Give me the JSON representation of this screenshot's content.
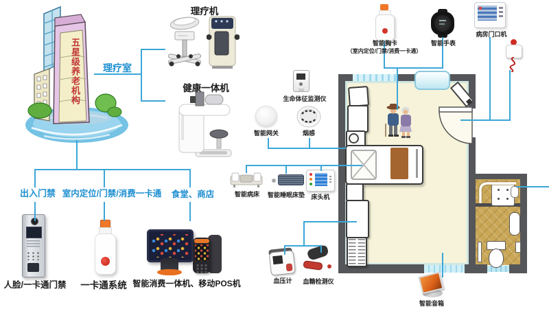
{
  "building": {
    "sign_vertical": "五星级养老机构"
  },
  "zone_labels": {
    "physio_room": "理疗室",
    "access": "出入门禁",
    "indoor": "室内定位/门禁/消费一卡通",
    "canteen": "食堂、商店"
  },
  "facility_devices": {
    "physio_machine": "理疗机",
    "health_kiosk": "健康一体机",
    "face_access": "人脸/一卡通门禁",
    "card_system": "一卡通系统",
    "pos": "智能消费一体机、移动POS机"
  },
  "room_devices": {
    "vital_monitor": "生命体征监测仪",
    "gateway": "智能网关",
    "smoke": "烟感",
    "smart_bed": "智能病床",
    "mattress": "智能睡眠床垫",
    "bedside_unit": "床头机",
    "bp_meter": "血压计",
    "glucose_meter": "血糖检测仪",
    "speaker": "智能音箱"
  },
  "wearables": {
    "badge": "智能胸卡",
    "badge_note": "（室内定位/门禁/消费一卡通）",
    "watch": "智能手表",
    "door_station": "病房门口机"
  },
  "colors": {
    "connector": "#3BA6D8",
    "zone_label_blue": "#1E8FD0",
    "wall": "#55565A",
    "room_floor": "#F6F3DA",
    "bath_floor": "#C9A757",
    "sign_red": "#C13535",
    "blanket_brown": "#A5652E"
  }
}
